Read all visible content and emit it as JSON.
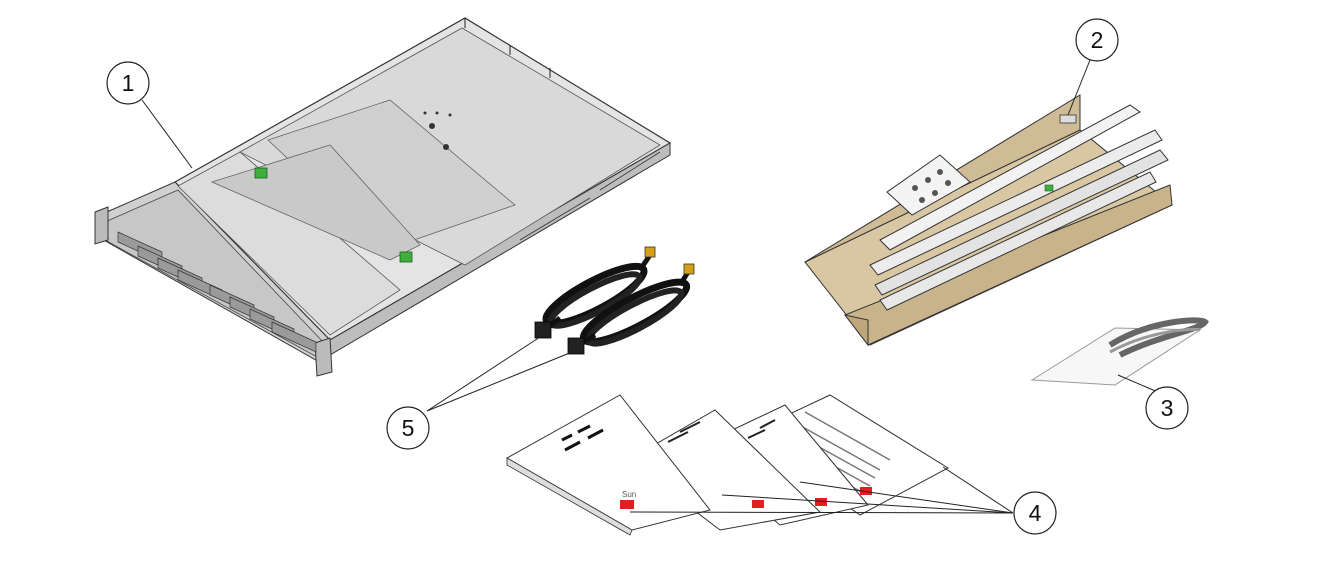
{
  "figure": {
    "callouts": [
      {
        "id": "server",
        "label": "1"
      },
      {
        "id": "rail-kit",
        "label": "2"
      },
      {
        "id": "cable-bag",
        "label": "3"
      },
      {
        "id": "documents",
        "label": "4"
      },
      {
        "id": "power-cords",
        "label": "5"
      }
    ],
    "doc_logo_text": "Sun"
  }
}
